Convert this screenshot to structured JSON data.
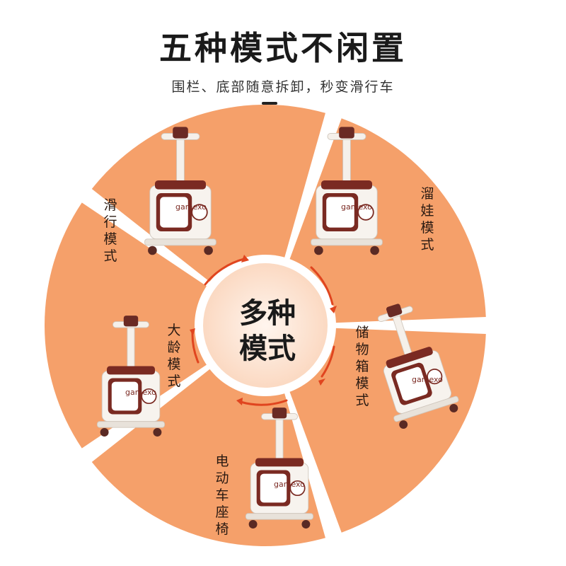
{
  "header": {
    "title": "五种模式不闲置",
    "subtitle": "围栏、底部随意拆卸，秒变滑行车"
  },
  "center": {
    "line1": "多种",
    "line2": "模式"
  },
  "modes": [
    {
      "label": "滑行模式"
    },
    {
      "label": "溜娃模式"
    },
    {
      "label": "储物箱模式"
    },
    {
      "label": "电动车座椅"
    },
    {
      "label": "大龄模式"
    }
  ],
  "product": {
    "brand": "gamexo"
  },
  "colors": {
    "segment": "#f5a06a",
    "center": "#fde6d6",
    "accent_arrow": "#e0451f",
    "body": "#7a2a22"
  }
}
